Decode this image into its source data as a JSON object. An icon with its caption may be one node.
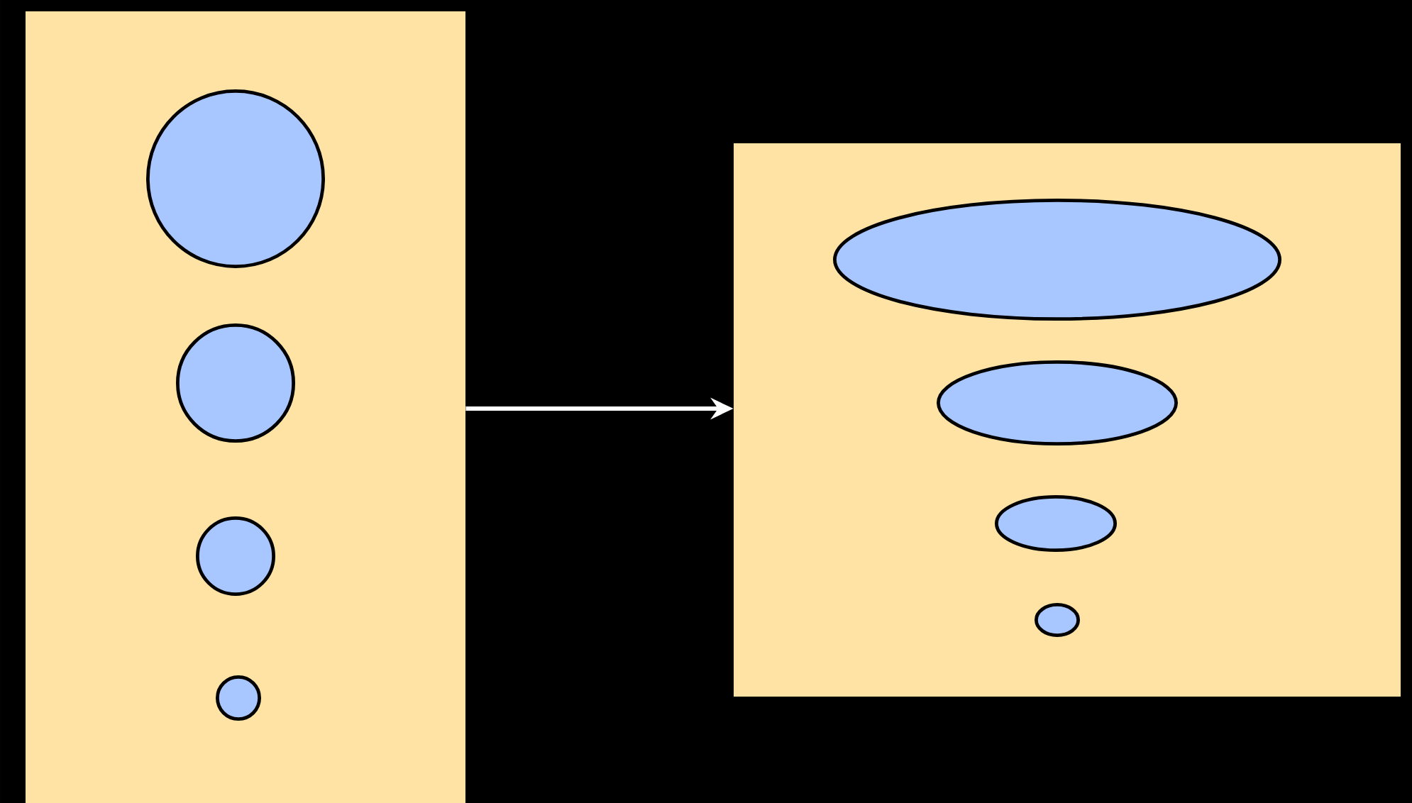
{
  "diagram": {
    "nodes": [
      {
        "text": [],
        "shape": "box"
      },
      {
        "text": [],
        "shape": "circle",
        "in": 0
      },
      {
        "text": [],
        "shape": "circle",
        "in": 0
      },
      {
        "text": [],
        "shape": "circle",
        "in": 0
      },
      {
        "text": [],
        "shape": "circle",
        "in": 0
      },
      {
        "text": [],
        "shape": "box"
      },
      {
        "text": [],
        "shape": "ellipse",
        "in": 5
      },
      {
        "text": [],
        "shape": "ellipse",
        "in": 5
      },
      {
        "text": [],
        "shape": "ellipse",
        "in": 5
      },
      {
        "text": [],
        "shape": "ellipse",
        "in": 5
      }
    ],
    "edges": [
      {
        "from": 0,
        "to": 5,
        "arrow": "to"
      }
    ]
  }
}
